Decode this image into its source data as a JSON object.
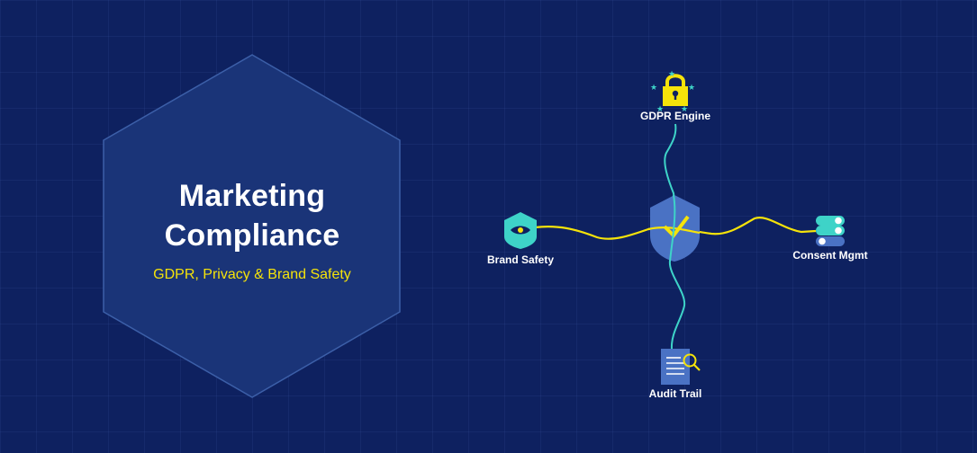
{
  "hero": {
    "title_line1": "Marketing",
    "title_line2": "Compliance",
    "subtitle": "GDPR, Privacy & Brand Safety"
  },
  "diagram": {
    "center": {
      "icon": "shield-check-icon",
      "color": "#4a72c4",
      "check_color": "#f5e30a"
    },
    "nodes": [
      {
        "id": "gdpr-engine",
        "label": "GDPR Engine",
        "icon": "padlock-eu-stars-icon",
        "color": "#f5e30a"
      },
      {
        "id": "brand-safety",
        "label": "Brand Safety",
        "icon": "shield-eye-icon",
        "color": "#3ed3c8"
      },
      {
        "id": "consent-mgmt",
        "label": "Consent Mgmt",
        "icon": "toggle-stack-icon",
        "color": "#3ed3c8"
      },
      {
        "id": "audit-trail",
        "label": "Audit Trail",
        "icon": "document-search-icon",
        "color": "#4a72c4"
      }
    ],
    "connectors": {
      "horizontal_color": "#f5e30a",
      "vertical_color": "#3ed3c8"
    }
  },
  "colors": {
    "background": "#0e2160",
    "hexagon_fill": "#1a3478",
    "hexagon_stroke": "#3c5fa8"
  }
}
